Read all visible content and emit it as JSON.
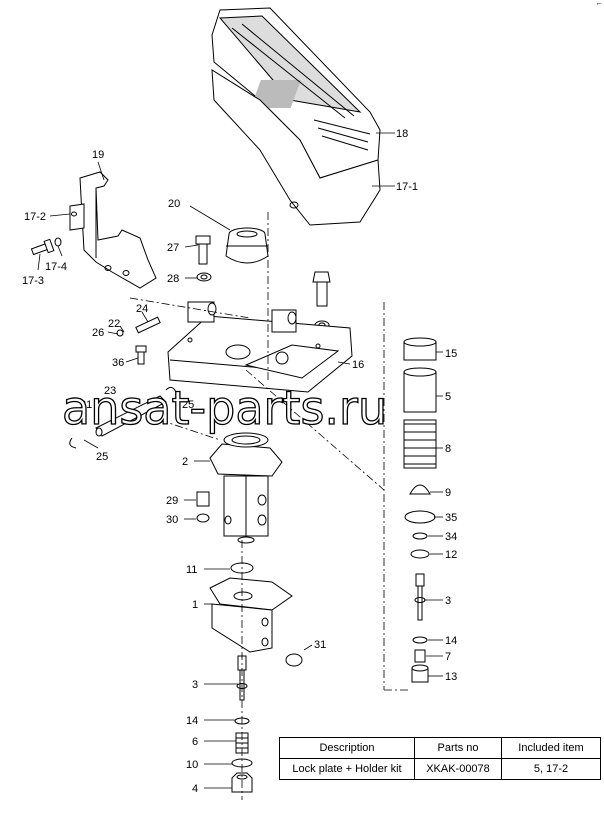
{
  "corner_mark": "⌐",
  "watermark": "ansat-parts.ru",
  "callouts": {
    "n18": "18",
    "n17_1": "17-1",
    "n19": "19",
    "n17_2": "17-2",
    "n17_4": "17-4",
    "n17_3": "17-3",
    "n20": "20",
    "n27": "27",
    "n28": "28",
    "n24": "24",
    "n22": "22",
    "n26": "26",
    "n36": "36",
    "n16": "16",
    "n15": "15",
    "n5": "5",
    "n23": "23",
    "n21": "21",
    "n25a": "25",
    "n25b": "25",
    "n8": "8",
    "n2": "2",
    "n9": "9",
    "n29": "29",
    "n30": "30",
    "n35": "35",
    "n34": "34",
    "n12": "12",
    "n11": "11",
    "n1": "1",
    "n3r": "3",
    "n14r": "14",
    "n7": "7",
    "n31": "31",
    "n13": "13",
    "n3l": "3",
    "n14l": "14",
    "n6": "6",
    "n10": "10",
    "n4": "4"
  },
  "parts_table": {
    "headers": [
      "Description",
      "Parts no",
      "Included item"
    ],
    "row": [
      "Lock plate + Holder kit",
      "XKAK-00078",
      "5, 17-2"
    ]
  }
}
